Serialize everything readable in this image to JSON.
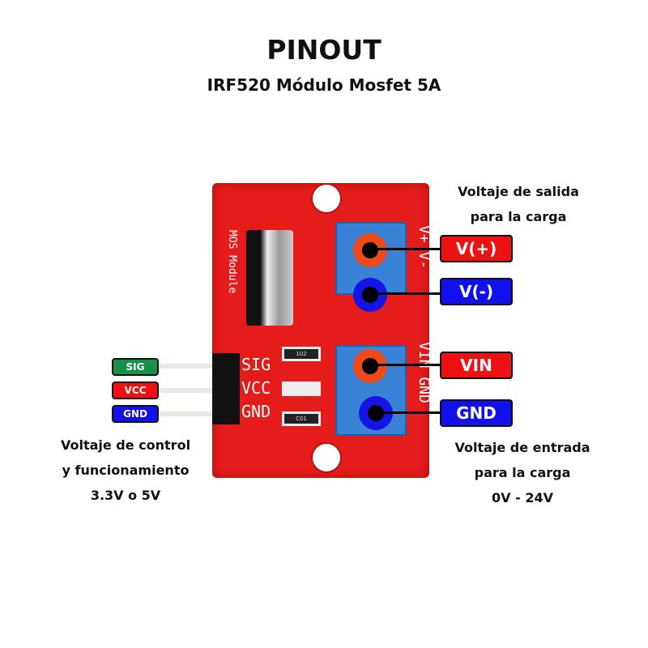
{
  "header": {
    "title": "PINOUT",
    "subtitle": "IRF520 Módulo Mosfet 5A"
  },
  "board": {
    "module_label": "MOS Module",
    "header_pins": [
      "SIG",
      "VCC",
      "GND"
    ],
    "out_terminals": "V+ V-",
    "in_terminals": "VIN GND",
    "resistor_top": "102",
    "resistor_bottom": "C01"
  },
  "output_note": {
    "line1": "Voltaje de salida",
    "line2": "para la carga"
  },
  "input_note": {
    "line1": "Voltaje de entrada",
    "line2": "para la carga",
    "line3": "0V - 24V"
  },
  "control_note": {
    "line1": "Voltaje de control",
    "line2": "y funcionamiento",
    "line3": "3.3V o 5V"
  },
  "right_labels": [
    {
      "text": "V(+)",
      "color": "#ee1111"
    },
    {
      "text": "V(-)",
      "color": "#1111ee"
    },
    {
      "text": "VIN",
      "color": "#ee1111"
    },
    {
      "text": "GND",
      "color": "#1111ee"
    }
  ],
  "left_labels": [
    {
      "text": "SIG",
      "color": "#179048"
    },
    {
      "text": "VCC",
      "color": "#ee1111"
    },
    {
      "text": "GND",
      "color": "#1111ee"
    }
  ]
}
